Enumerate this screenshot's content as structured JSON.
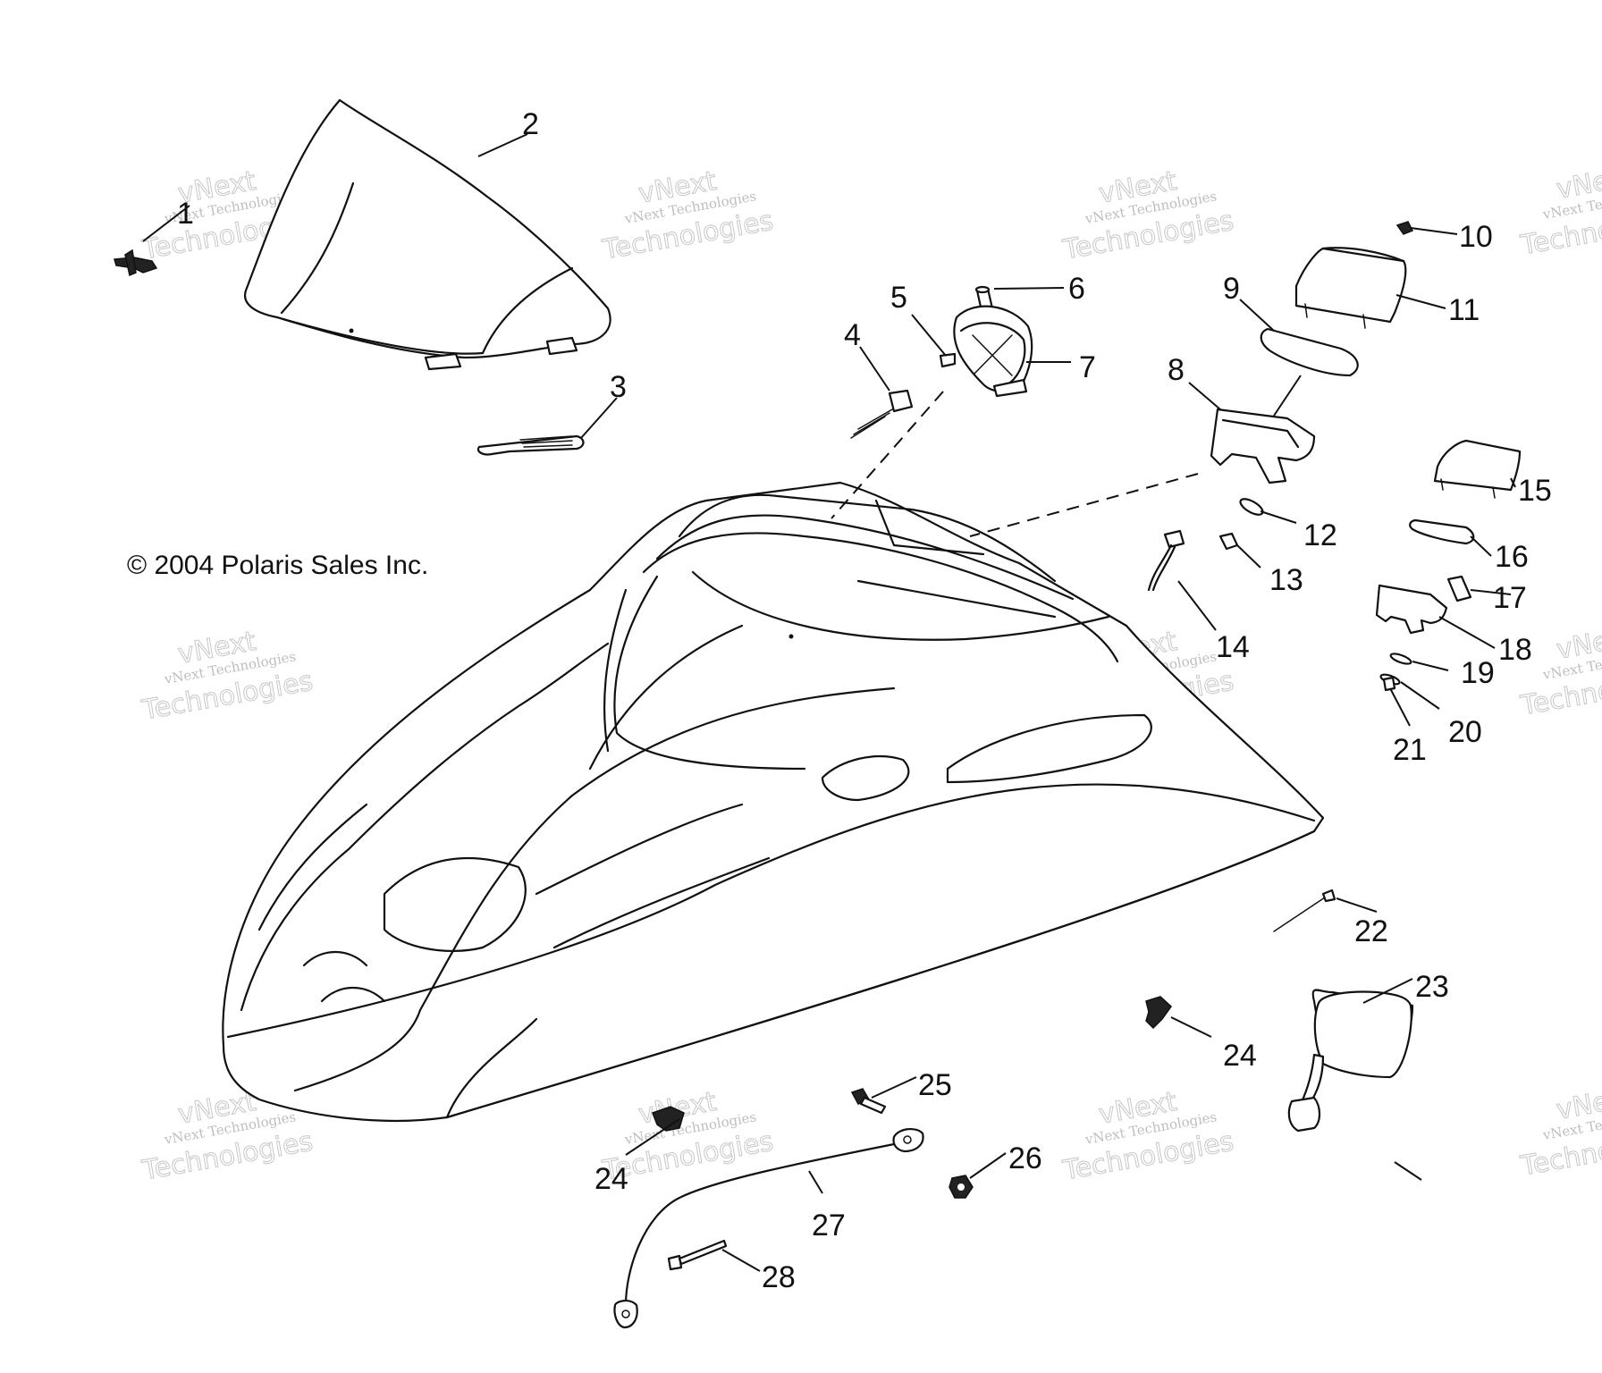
{
  "copyright": "© 2004 Polaris Sales Inc.",
  "watermark": {
    "line1": "vNext Technologies",
    "line2": "Technologies",
    "line3": "vNext"
  },
  "callouts": [
    "1",
    "2",
    "3",
    "4",
    "5",
    "6",
    "7",
    "8",
    "9",
    "10",
    "11",
    "12",
    "13",
    "14",
    "15",
    "16",
    "17",
    "18",
    "19",
    "20",
    "21",
    "22",
    "23",
    "24",
    "24",
    "25",
    "26",
    "27",
    "28"
  ],
  "colors": {
    "ink": "#111111",
    "watermark": "#9a9a9a",
    "background": "#ffffff"
  }
}
